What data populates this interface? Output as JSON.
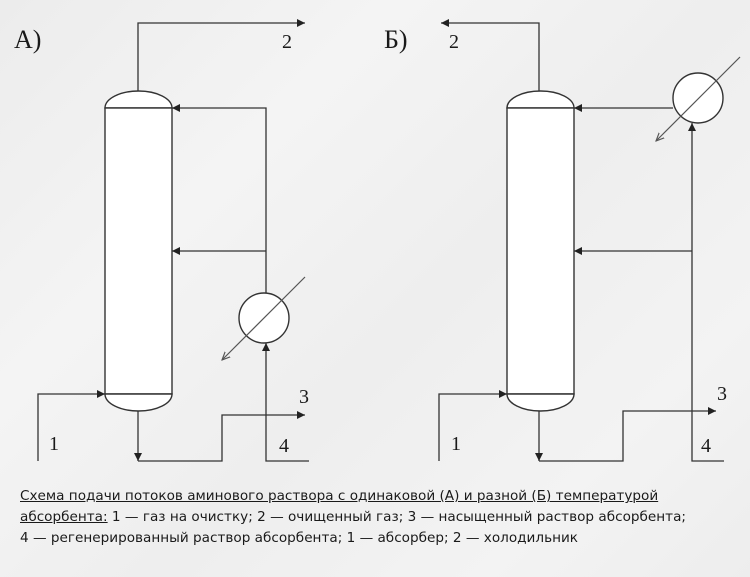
{
  "diagram": {
    "panel_a": {
      "label": "А)",
      "streams": {
        "s1": "1",
        "s2": "2",
        "s3": "3",
        "s4": "4"
      }
    },
    "panel_b": {
      "label": "Б)",
      "streams": {
        "s1": "1",
        "s2": "2",
        "s3": "3",
        "s4": "4"
      }
    },
    "colors": {
      "line": "#333333",
      "vessel_fill": "#ffffff"
    }
  },
  "caption": {
    "title_line1": "Схема подачи потоков аминового раствора с одинаковой (А) и разной (Б) температурой",
    "title_line2": "абсорбента:",
    "legend_line2": " 1 — газ на очистку; 2 — очищенный газ; 3 — насыщенный раствор абсорбента;",
    "legend_line3": "4 — регенерированный раствор абсорбента; 1 — абсорбер; 2 — холодильник"
  }
}
